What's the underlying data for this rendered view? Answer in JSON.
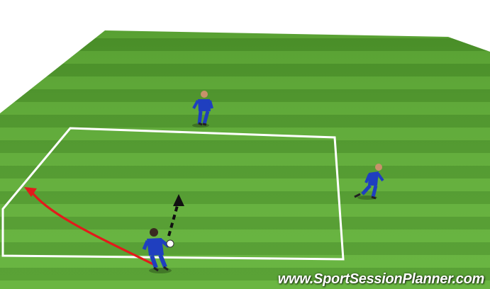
{
  "scene": {
    "watermark": "www.SportSessionPlanner.com",
    "field_color_light": "#5fb035",
    "field_color_dark": "#4f9a2a",
    "line_color": "#ffffff",
    "player_kit_color": "#1f3fbf",
    "run_arrow_color": "#e21b1b",
    "pass_arrow_color": "#111111",
    "players": [
      {
        "name": "player-top-center",
        "icon": "player-icon"
      },
      {
        "name": "player-right",
        "icon": "player-icon"
      },
      {
        "name": "player-bottom-with-ball",
        "icon": "player-icon"
      }
    ],
    "arrows": [
      {
        "name": "run-arrow",
        "style": "solid curved",
        "color": "red"
      },
      {
        "name": "pass-arrow",
        "style": "dashed straight",
        "color": "black"
      }
    ]
  }
}
